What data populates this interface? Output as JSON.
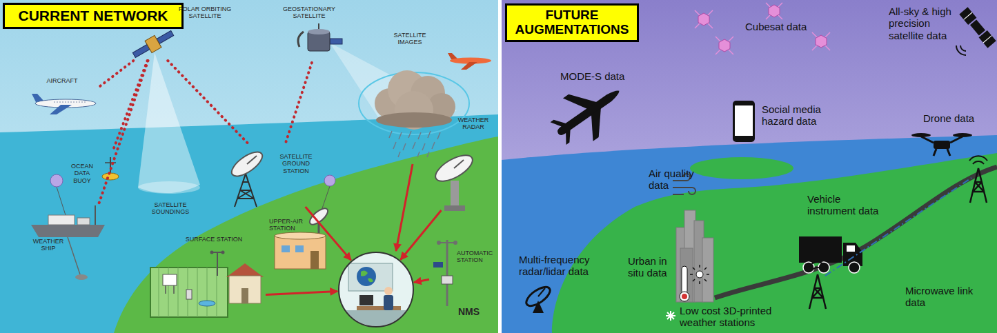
{
  "diagram": {
    "nodes": [
      {
        "text": [
          "CURRENT NETWORK"
        ]
      },
      {
        "text": [
          "POLAR ORBITING SATELLITE"
        ]
      },
      {
        "text": [
          "GEOSTATIONARY SATELLITE"
        ]
      },
      {
        "text": [
          "AIRCRAFT"
        ]
      },
      {
        "text": [
          "OCEAN DATA BUOY"
        ]
      },
      {
        "text": [
          "WEATHER SHIP"
        ]
      },
      {
        "text": [
          "SATELLITE GROUND STATION"
        ]
      },
      {
        "text": [
          "UPPER-AIR STATION"
        ]
      },
      {
        "text": [
          "SURFACE STATION"
        ]
      },
      {
        "text": [
          "WEATHER RADAR"
        ]
      },
      {
        "text": [
          "AUTOMATIC STATION"
        ]
      },
      {
        "text": [
          "NMS"
        ]
      },
      {
        "text": [
          "FUTURE AUGMENTATIONS"
        ]
      }
    ],
    "edges": [
      {
        "from": 1,
        "to": 3,
        "arrow": "none"
      },
      {
        "from": 1,
        "to": 4,
        "arrow": "none"
      },
      {
        "from": 1,
        "to": 5,
        "arrow": "none"
      },
      {
        "from": 1,
        "to": 6,
        "arrow": "none"
      },
      {
        "from": 2,
        "to": 6,
        "arrow": "none"
      },
      {
        "from": 6,
        "to": 11,
        "arrow": "to"
      },
      {
        "from": 8,
        "to": 11,
        "arrow": "to"
      },
      {
        "from": 9,
        "to": 11,
        "arrow": "to"
      },
      {
        "from": 10,
        "to": 11,
        "arrow": "to"
      }
    ],
    "labels": [
      "SATELLITE IMAGES",
      "SATELLITE SOUNDINGS",
      "MODE-S data",
      "Cubesat data",
      "All-sky & high precision satellite data",
      "Drone data",
      "Social media hazard data",
      "Air quality data",
      "Vehicle instrument data",
      "Multi-frequency radar/lidar data",
      "Urban in situ data",
      "Microwave link data",
      "Low cost 3D-printed weather stations"
    ]
  }
}
